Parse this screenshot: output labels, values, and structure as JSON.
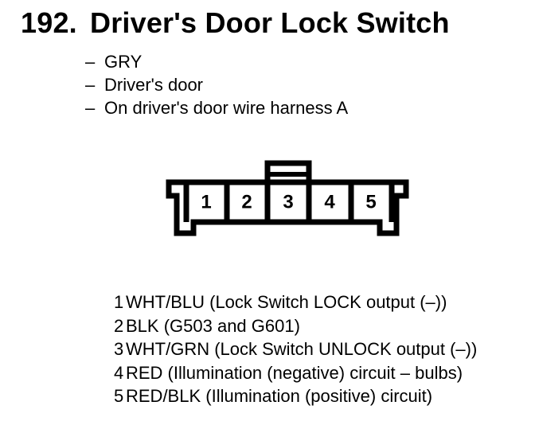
{
  "colors": {
    "ink": "#000000",
    "paper": "#ffffff"
  },
  "title": {
    "number": "192.",
    "name": "Driver's Door Lock Switch"
  },
  "attributes": {
    "dash": "–",
    "items": [
      "GRY",
      "Driver's door",
      "On driver's door wire harness A"
    ]
  },
  "connector": {
    "pins": [
      "1",
      "2",
      "3",
      "4",
      "5"
    ]
  },
  "pinout": [
    {
      "pin": "1",
      "desc": "WHT/BLU (Lock Switch LOCK output (–))"
    },
    {
      "pin": "2",
      "desc": "BLK (G503 and G601)"
    },
    {
      "pin": "3",
      "desc": "WHT/GRN (Lock Switch UNLOCK output (–))"
    },
    {
      "pin": "4",
      "desc": "RED (Illumination (negative) circuit – bulbs)"
    },
    {
      "pin": "5",
      "desc": "RED/BLK (Illumination (positive) circuit)"
    }
  ]
}
